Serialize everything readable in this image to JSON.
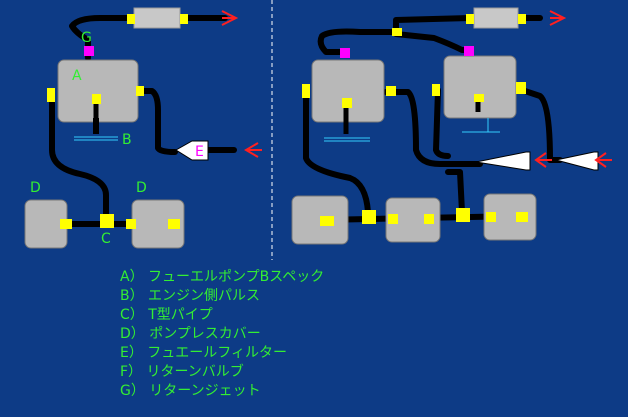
{
  "labels": {
    "A": "A",
    "B": "B",
    "C": "C",
    "D1": "D",
    "D2": "D",
    "E": "E",
    "G": "G"
  },
  "legend": [
    "A） フューエルポンプBスペック",
    "B） エンジン側パルス",
    "C） T型パイプ",
    "D） ポンプレスカバー",
    "E） フュエールフィルター",
    "F） リターンバルブ",
    "G） リターンジェット"
  ],
  "colors": {
    "background": "#0d3b86",
    "component": "#c8c8c8",
    "fitting": "#ffff00",
    "hose": "#000000",
    "arrow": "#ff2020",
    "jet": "#ff00ff",
    "label": "#33ee33",
    "pulse": "#33ccff",
    "divider": "#ffffff"
  }
}
